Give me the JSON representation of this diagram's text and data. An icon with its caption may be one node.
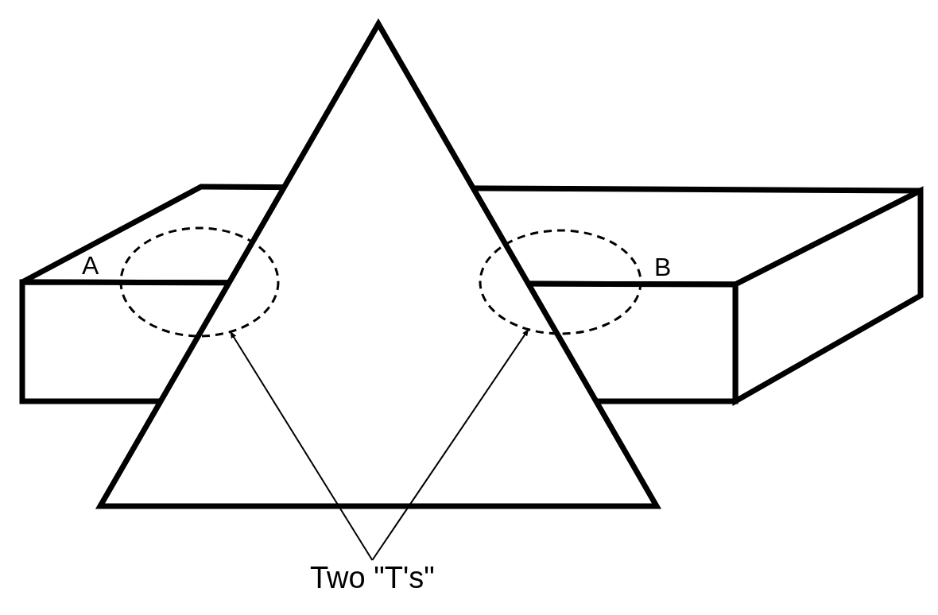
{
  "diagram": {
    "nodes": [
      {
        "text": [
          "Two \"T's\""
        ]
      },
      {
        "text": [],
        "shape": "circle"
      },
      {
        "text": [],
        "shape": "circle"
      }
    ],
    "edges": [
      {
        "from": 0,
        "to": 1,
        "arrow": "to"
      },
      {
        "from": 0,
        "to": 2,
        "arrow": "to"
      }
    ],
    "labels": [
      "A",
      "B"
    ]
  }
}
